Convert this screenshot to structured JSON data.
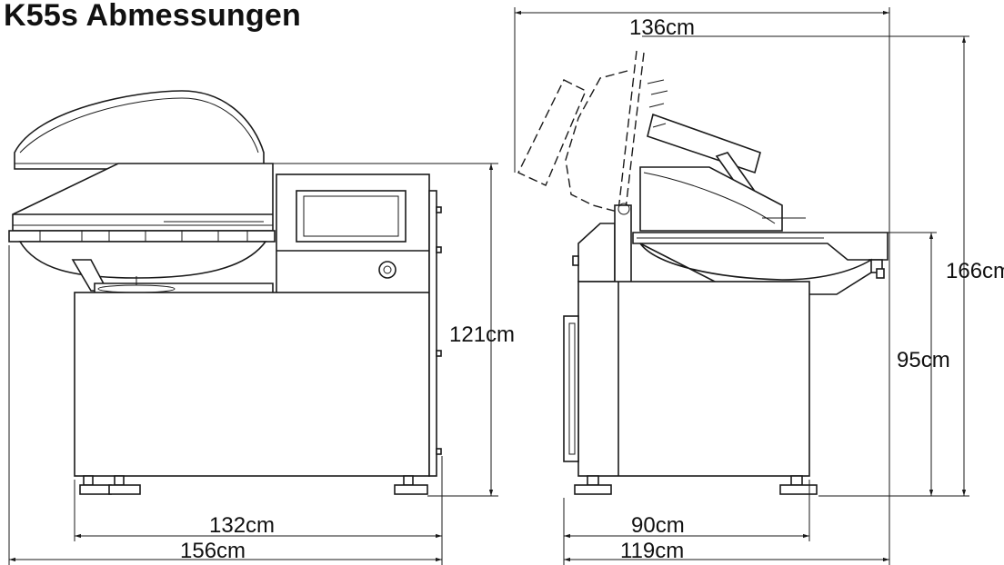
{
  "title": "K55s Abmessungen",
  "dimensions": {
    "front_inner_width": "132cm",
    "front_total_width": "156cm",
    "front_height": "121cm",
    "side_open_depth": "136cm",
    "side_open_height": "166cm",
    "side_work_height": "95cm",
    "side_depth": "90cm",
    "side_total_depth": "119cm"
  }
}
